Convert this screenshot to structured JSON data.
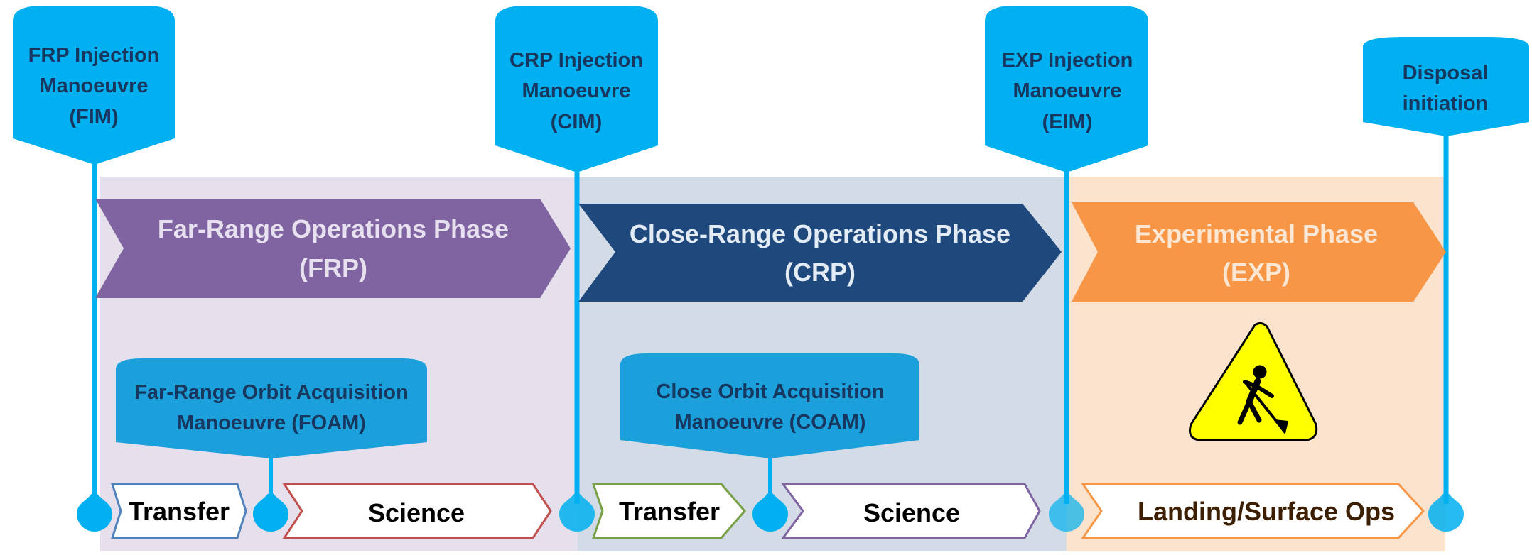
{
  "colors": {
    "frp_band": "#e6dfec",
    "crp_band": "#d3dbe6",
    "exp_band": "#fce3ce",
    "frp_arrow": "#8064a2",
    "crp_arrow": "#1f497d",
    "exp_arrow": "#f79646",
    "milestone": "#00b0f0",
    "milestone_text": "#17375e",
    "manoeuvre_box": "#1ca0dc",
    "transfer1_border": "#4f81bd",
    "science1_border": "#c0504d",
    "transfer2_border": "#77a047",
    "science2_border": "#8064a2",
    "landing_border": "#f79646",
    "hazard_fill": "#ffff00"
  },
  "milestones": [
    {
      "id": "fim",
      "line1": "FRP Injection",
      "line2": "Manoeuvre",
      "line3": "(FIM)"
    },
    {
      "id": "cim",
      "line1": "CRP Injection",
      "line2": "Manoeuvre",
      "line3": "(CIM)"
    },
    {
      "id": "eim",
      "line1": "EXP Injection",
      "line2": "Manoeuvre",
      "line3": "(EIM)"
    },
    {
      "id": "disposal",
      "line1": "Disposal",
      "line2": "initiation"
    }
  ],
  "phases": [
    {
      "id": "frp",
      "name": "Far-Range Operations Phase",
      "abbr": "(FRP)"
    },
    {
      "id": "crp",
      "name": "Close-Range Operations Phase",
      "abbr": "(CRP)"
    },
    {
      "id": "exp",
      "name": "Experimental Phase",
      "abbr": "(EXP)"
    }
  ],
  "manoeuvres": [
    {
      "id": "foam",
      "line1": "Far-Range Orbit Acquisition",
      "line2": "Manoeuvre (FOAM)"
    },
    {
      "id": "coam",
      "line1": "Close Orbit Acquisition",
      "line2": "Manoeuvre (COAM)"
    }
  ],
  "activities": [
    {
      "id": "transfer-frp",
      "label": "Transfer"
    },
    {
      "id": "science-frp",
      "label": "Science"
    },
    {
      "id": "transfer-crp",
      "label": "Transfer"
    },
    {
      "id": "science-crp",
      "label": "Science"
    },
    {
      "id": "landing",
      "label": "Landing/Surface Ops"
    }
  ]
}
